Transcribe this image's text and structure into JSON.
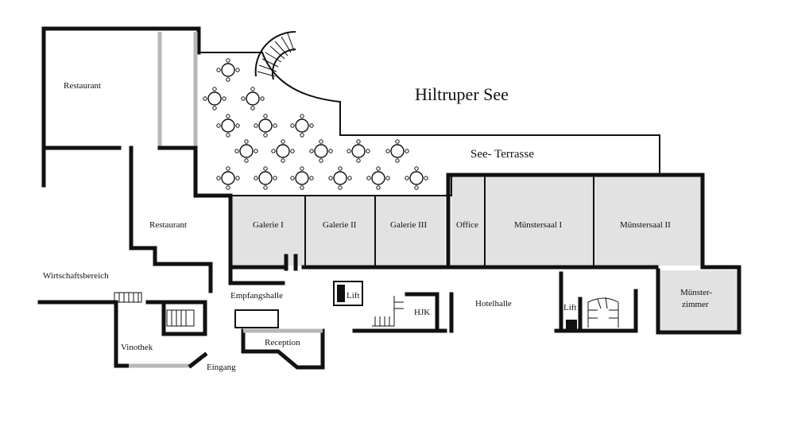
{
  "plan": {
    "lake_label": "Hiltruper See",
    "terrace_label": "See- Terrasse",
    "rooms": {
      "restaurant_upper": "Restaurant",
      "restaurant_lower": "Restaurant",
      "galerie_1": "Galerie I",
      "galerie_2": "Galerie II",
      "galerie_3": "Galerie III",
      "office": "Office",
      "muenstersaal_1": "Münstersaal I",
      "muenstersaal_2": "Münstersaal II",
      "muensterzimmer_line1": "Münster-",
      "muensterzimmer_line2": "zimmer",
      "wirtschaftsbereich": "Wirtschaftsbereich",
      "empfangshalle": "Empfangshalle",
      "lift_1": "Lift",
      "lift_2": "Lift",
      "hjk": "HJK",
      "hotelhalle": "Hotelhalle",
      "reception": "Reception",
      "vinothek": "Vinothek",
      "eingang": "Eingang"
    },
    "colors": {
      "room_fill": "#e2e2e2",
      "wall": "#111111",
      "glass": "#b8b8b8"
    }
  }
}
